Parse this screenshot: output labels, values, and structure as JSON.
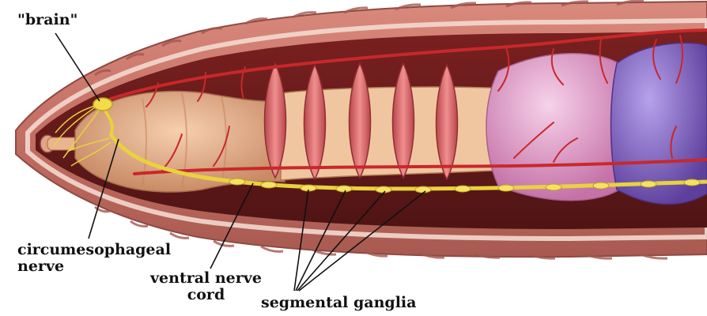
{
  "diagram": {
    "labels": {
      "brain": "\"brain\"",
      "circumesophageal_line1": "circumesophageal",
      "circumesophageal_line2": "nerve",
      "ventral_line1": "ventral nerve",
      "ventral_line2": "cord",
      "segmental": "segmental ganglia"
    }
  },
  "colors": {
    "body_wall": "#c9756a",
    "body_wall_dark": "#8e4a43",
    "cuticle": "#f3d9cf",
    "cavity": "#6b1f1f",
    "pharynx": "#e8b58f",
    "crop": "#e3a2c8",
    "gizzard": "#8a6bc9",
    "nerve": "#e8d23f",
    "blood_vessel": "#c8282a",
    "septa": "#e06a6a",
    "leader": "#111111"
  }
}
